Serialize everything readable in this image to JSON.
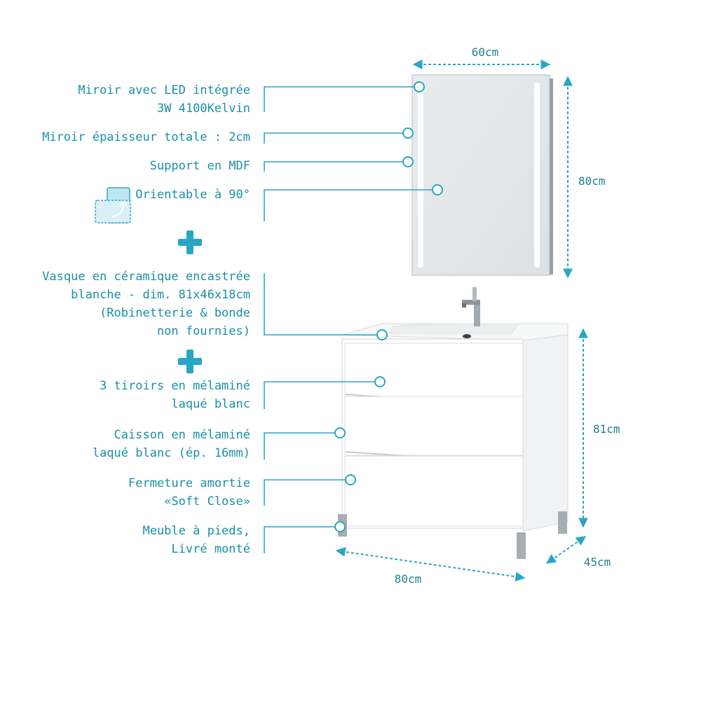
{
  "colors": {
    "accent": "#2aa6c4",
    "text": "#1a8fa6"
  },
  "dimensions": {
    "mirror_width": "60cm",
    "mirror_height": "80cm",
    "cabinet_height": "81cm",
    "cabinet_width": "80cm",
    "cabinet_depth": "45cm"
  },
  "features": [
    {
      "lines": [
        "Miroir avec LED intégrée",
        "3W 4100Kelvin"
      ]
    },
    {
      "lines": [
        "Miroir épaisseur totale : 2cm"
      ]
    },
    {
      "lines": [
        "Support en MDF"
      ]
    },
    {
      "lines": [
        "Orientable à 90°"
      ],
      "icon": "rotate-icon"
    },
    {
      "lines": [
        "Vasque en céramique encastrée",
        "blanche - dim. 81x46x18cm",
        "(Robinetterie & bonde",
        "non fournies)"
      ]
    },
    {
      "lines": [
        "3 tiroirs en mélaminé",
        "laqué blanc"
      ]
    },
    {
      "lines": [
        "Caisson en mélaminé",
        "laqué blanc (ép. 16mm)"
      ]
    },
    {
      "lines": [
        "Fermeture amortie",
        "«Soft Close»"
      ]
    },
    {
      "lines": [
        "Meuble à pieds,",
        "Livré monté"
      ]
    }
  ],
  "separators": [
    "plus-icon",
    "plus-icon"
  ]
}
